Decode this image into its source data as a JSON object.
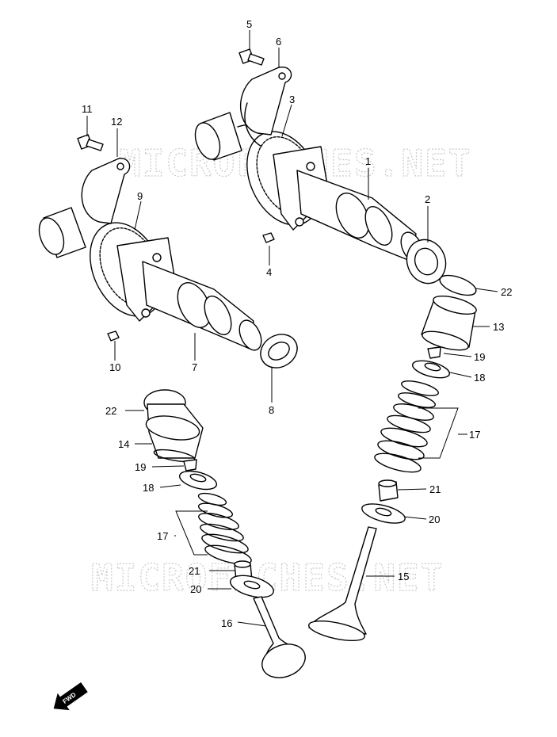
{
  "watermarks": [
    "MICROFICHES.NET",
    "MICROFICHES.NET"
  ],
  "fwd_label": "FWD",
  "part_numbers": [
    "1",
    "2",
    "3",
    "4",
    "5",
    "6",
    "7",
    "8",
    "9",
    "10",
    "11",
    "12",
    "13",
    "14",
    "15",
    "16",
    "17",
    "17",
    "18",
    "18",
    "19",
    "19",
    "20",
    "20",
    "21",
    "21",
    "22",
    "22"
  ]
}
